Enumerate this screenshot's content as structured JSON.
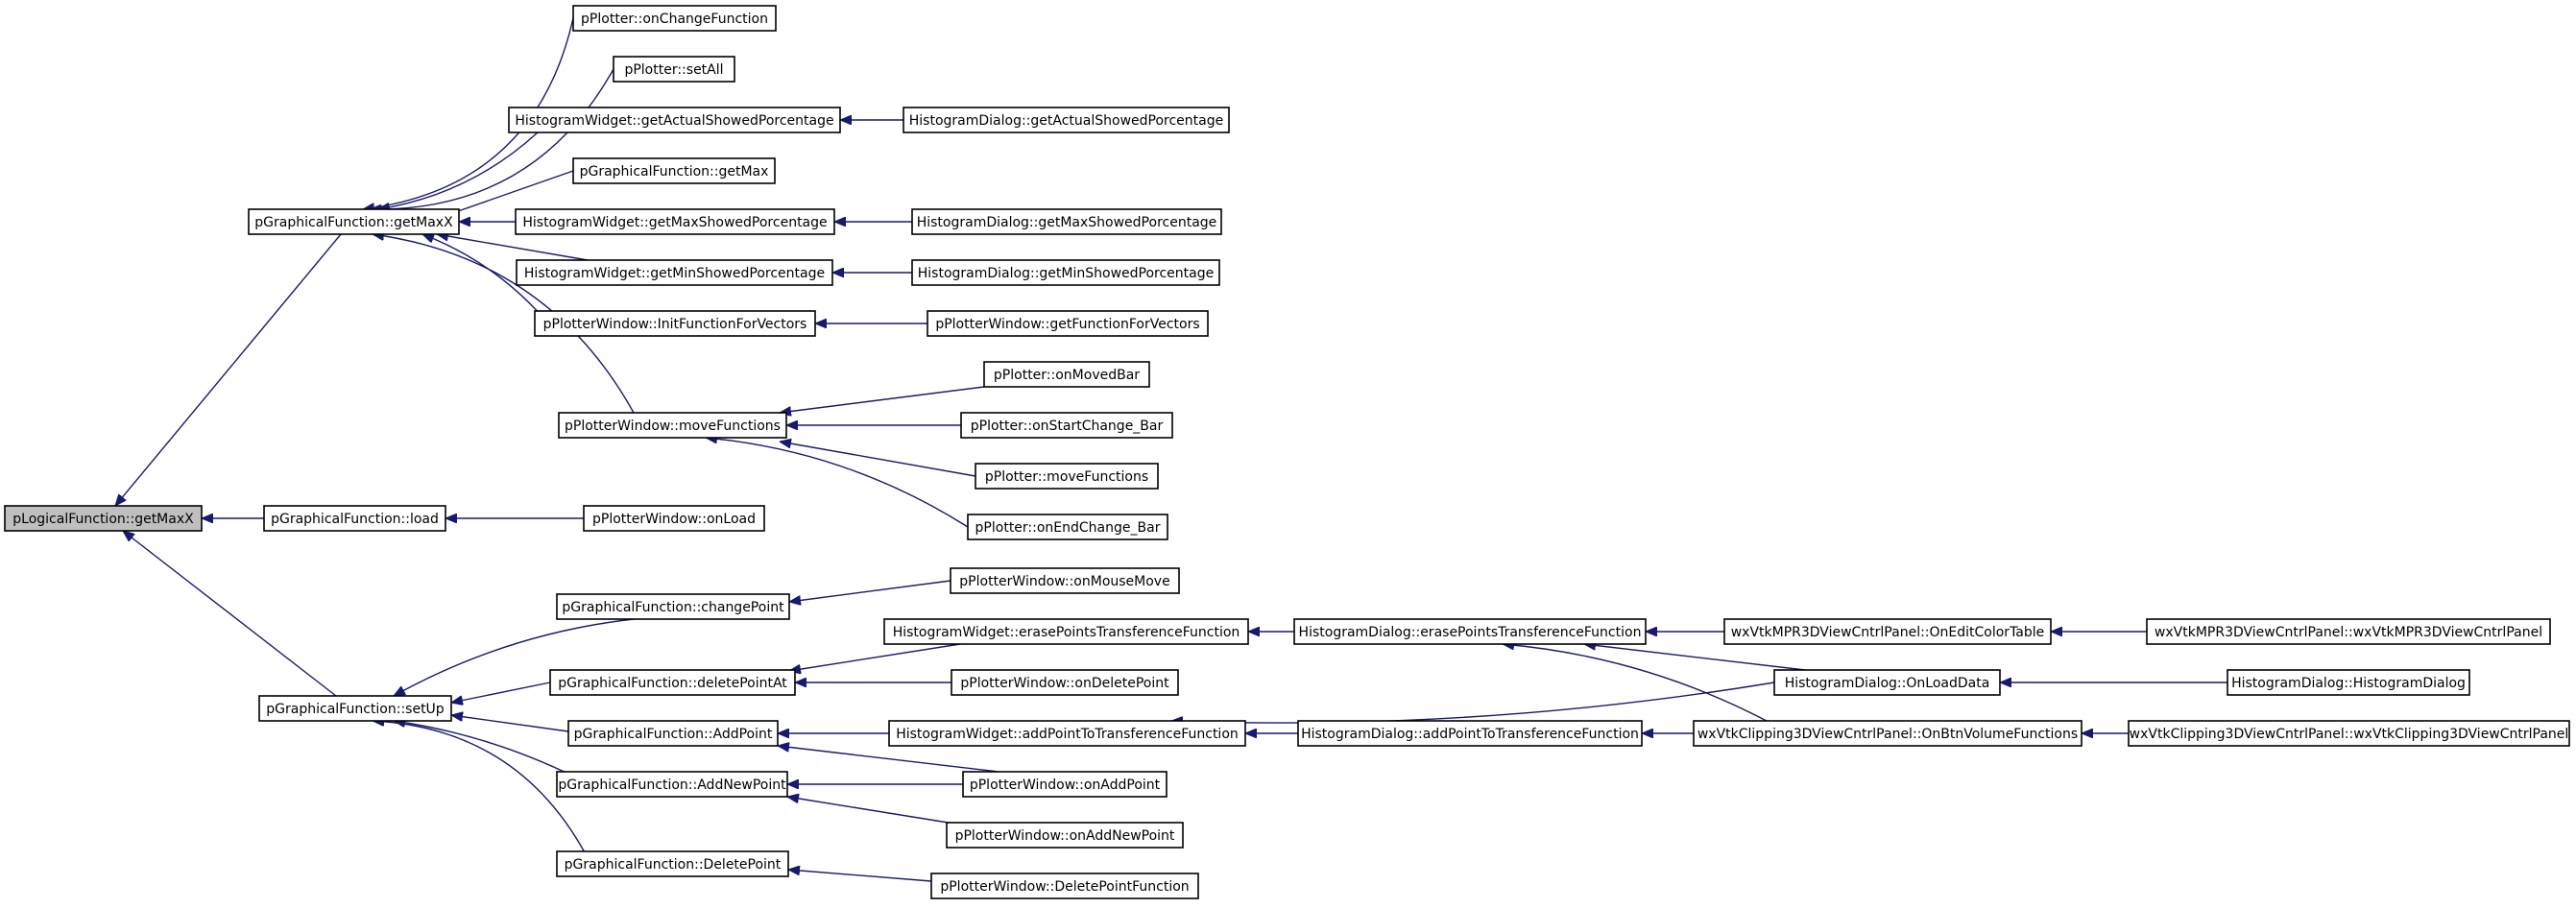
{
  "graph": {
    "type": "call-graph",
    "edge_color": "#191970",
    "root_fill": "#bfbfbf",
    "nodes": [
      {
        "id": "root",
        "label": "pLogicalFunction::getMaxX",
        "root": true
      },
      {
        "id": "gf_getMaxX",
        "label": "pGraphicalFunction::getMaxX"
      },
      {
        "id": "gf_load",
        "label": "pGraphicalFunction::load"
      },
      {
        "id": "gf_setUp",
        "label": "pGraphicalFunction::setUp"
      },
      {
        "id": "p_onChangeFunction",
        "label": "pPlotter::onChangeFunction"
      },
      {
        "id": "p_setAll",
        "label": "pPlotter::setAll"
      },
      {
        "id": "hw_getActual",
        "label": "HistogramWidget::getActualShowedPorcentage"
      },
      {
        "id": "gf_getMax",
        "label": "pGraphicalFunction::getMax"
      },
      {
        "id": "hw_getMax",
        "label": "HistogramWidget::getMaxShowedPorcentage"
      },
      {
        "id": "hw_getMin",
        "label": "HistogramWidget::getMinShowedPorcentage"
      },
      {
        "id": "pw_initFunc",
        "label": "pPlotterWindow::InitFunctionForVectors"
      },
      {
        "id": "pw_moveFunctions",
        "label": "pPlotterWindow::moveFunctions"
      },
      {
        "id": "hd_getActual",
        "label": "HistogramDialog::getActualShowedPorcentage"
      },
      {
        "id": "hd_getMax",
        "label": "HistogramDialog::getMaxShowedPorcentage"
      },
      {
        "id": "hd_getMin",
        "label": "HistogramDialog::getMinShowedPorcentage"
      },
      {
        "id": "pw_getFunc",
        "label": "pPlotterWindow::getFunctionForVectors"
      },
      {
        "id": "p_onMovedBar",
        "label": "pPlotter::onMovedBar"
      },
      {
        "id": "p_onStartChange",
        "label": "pPlotter::onStartChange_Bar"
      },
      {
        "id": "p_moveFunctions",
        "label": "pPlotter::moveFunctions"
      },
      {
        "id": "p_onEndChange",
        "label": "pPlotter::onEndChange_Bar"
      },
      {
        "id": "pw_onLoad",
        "label": "pPlotterWindow::onLoad"
      },
      {
        "id": "gf_changePoint",
        "label": "pGraphicalFunction::changePoint"
      },
      {
        "id": "gf_deletePointAt",
        "label": "pGraphicalFunction::deletePointAt"
      },
      {
        "id": "gf_AddPoint",
        "label": "pGraphicalFunction::AddPoint"
      },
      {
        "id": "gf_AddNewPoint",
        "label": "pGraphicalFunction::AddNewPoint"
      },
      {
        "id": "gf_DeletePoint",
        "label": "pGraphicalFunction::DeletePoint"
      },
      {
        "id": "pw_onMouseMove",
        "label": "pPlotterWindow::onMouseMove"
      },
      {
        "id": "hw_erase",
        "label": "HistogramWidget::erasePointsTransferenceFunction"
      },
      {
        "id": "pw_onDeletePoint",
        "label": "pPlotterWindow::onDeletePoint"
      },
      {
        "id": "hw_addPoint",
        "label": "HistogramWidget::addPointToTransferenceFunction"
      },
      {
        "id": "pw_onAddPoint",
        "label": "pPlotterWindow::onAddPoint"
      },
      {
        "id": "pw_onAddNewPoint",
        "label": "pPlotterWindow::onAddNewPoint"
      },
      {
        "id": "pw_deletePointFunc",
        "label": "pPlotterWindow::DeletePointFunction"
      },
      {
        "id": "hd_erase",
        "label": "HistogramDialog::erasePointsTransferenceFunction"
      },
      {
        "id": "hd_addPoint",
        "label": "HistogramDialog::addPointToTransferenceFunction"
      },
      {
        "id": "wx_mpr_onEdit",
        "label": "wxVtkMPR3DViewCntrlPanel::OnEditColorTable"
      },
      {
        "id": "hd_onLoadData",
        "label": "HistogramDialog::OnLoadData"
      },
      {
        "id": "wx_clip_onBtn",
        "label": "wxVtkClipping3DViewCntrlPanel::OnBtnVolumeFunctions"
      },
      {
        "id": "wx_mpr_ctor",
        "label": "wxVtkMPR3DViewCntrlPanel::wxVtkMPR3DViewCntrlPanel"
      },
      {
        "id": "hd_ctor",
        "label": "HistogramDialog::HistogramDialog"
      },
      {
        "id": "wx_clip_ctor",
        "label": "wxVtkClipping3DViewCntrlPanel::wxVtkClipping3DViewCntrlPanel"
      }
    ],
    "edges": [
      {
        "from": "gf_getMaxX",
        "to": "root"
      },
      {
        "from": "gf_load",
        "to": "root"
      },
      {
        "from": "gf_setUp",
        "to": "root"
      },
      {
        "from": "p_onChangeFunction",
        "to": "gf_getMaxX"
      },
      {
        "from": "p_setAll",
        "to": "gf_getMaxX"
      },
      {
        "from": "hw_getActual",
        "to": "gf_getMaxX"
      },
      {
        "from": "gf_getMax",
        "to": "gf_getMaxX"
      },
      {
        "from": "hw_getMax",
        "to": "gf_getMaxX"
      },
      {
        "from": "hw_getMin",
        "to": "gf_getMaxX"
      },
      {
        "from": "pw_initFunc",
        "to": "gf_getMaxX"
      },
      {
        "from": "pw_moveFunctions",
        "to": "gf_getMaxX"
      },
      {
        "from": "hd_getActual",
        "to": "hw_getActual"
      },
      {
        "from": "hd_getMax",
        "to": "hw_getMax"
      },
      {
        "from": "hd_getMin",
        "to": "hw_getMin"
      },
      {
        "from": "pw_getFunc",
        "to": "pw_initFunc"
      },
      {
        "from": "p_onMovedBar",
        "to": "pw_moveFunctions"
      },
      {
        "from": "p_onStartChange",
        "to": "pw_moveFunctions"
      },
      {
        "from": "p_moveFunctions",
        "to": "pw_moveFunctions"
      },
      {
        "from": "p_onEndChange",
        "to": "pw_moveFunctions"
      },
      {
        "from": "pw_onLoad",
        "to": "gf_load"
      },
      {
        "from": "gf_changePoint",
        "to": "gf_setUp"
      },
      {
        "from": "gf_deletePointAt",
        "to": "gf_setUp"
      },
      {
        "from": "gf_AddPoint",
        "to": "gf_setUp"
      },
      {
        "from": "gf_AddNewPoint",
        "to": "gf_setUp"
      },
      {
        "from": "gf_DeletePoint",
        "to": "gf_setUp"
      },
      {
        "from": "pw_onMouseMove",
        "to": "gf_changePoint"
      },
      {
        "from": "hw_erase",
        "to": "gf_deletePointAt"
      },
      {
        "from": "pw_onDeletePoint",
        "to": "gf_deletePointAt"
      },
      {
        "from": "hw_addPoint",
        "to": "gf_AddPoint"
      },
      {
        "from": "pw_onAddPoint",
        "to": "gf_AddPoint"
      },
      {
        "from": "pw_onAddPoint",
        "to": "gf_AddNewPoint"
      },
      {
        "from": "pw_onAddNewPoint",
        "to": "gf_AddNewPoint"
      },
      {
        "from": "pw_deletePointFunc",
        "to": "gf_DeletePoint"
      },
      {
        "from": "hd_erase",
        "to": "hw_erase"
      },
      {
        "from": "hd_addPoint",
        "to": "hw_addPoint"
      },
      {
        "from": "hd_onLoadData",
        "to": "hw_addPoint"
      },
      {
        "from": "wx_mpr_onEdit",
        "to": "hd_erase"
      },
      {
        "from": "hd_onLoadData",
        "to": "hd_erase"
      },
      {
        "from": "wx_clip_onBtn",
        "to": "hd_erase"
      },
      {
        "from": "wx_clip_onBtn",
        "to": "hd_addPoint"
      },
      {
        "from": "wx_mpr_ctor",
        "to": "wx_mpr_onEdit"
      },
      {
        "from": "hd_ctor",
        "to": "hd_onLoadData"
      },
      {
        "from": "wx_clip_ctor",
        "to": "wx_clip_onBtn"
      }
    ]
  }
}
